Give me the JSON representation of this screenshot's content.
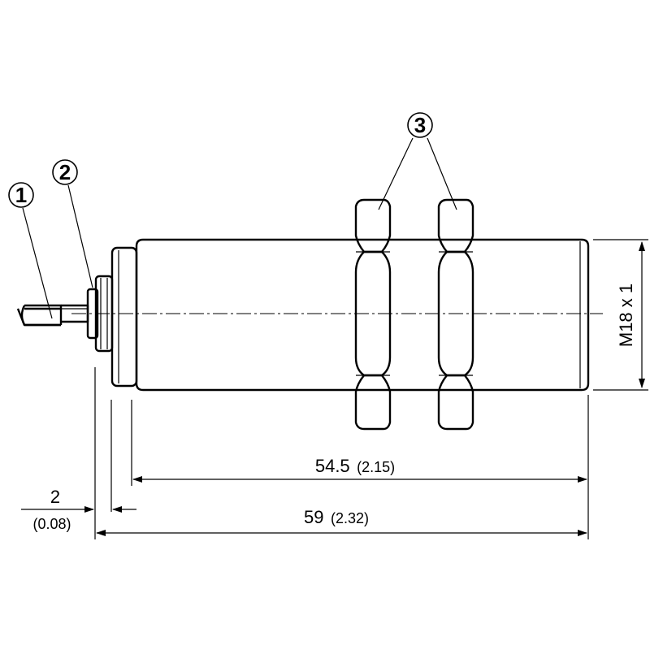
{
  "callouts": [
    {
      "id": "1",
      "label": "1"
    },
    {
      "id": "2",
      "label": "2"
    },
    {
      "id": "3",
      "label": "3"
    }
  ],
  "dimensions": {
    "thread": "M18 x 1",
    "length_body": {
      "value": "54.5",
      "inch": "(2.15)"
    },
    "length_total": {
      "value": "59",
      "inch": "(2.32)"
    },
    "flange": {
      "value": "2",
      "inch": "(0.08)"
    }
  },
  "colors": {
    "line": "#000000",
    "background": "#ffffff"
  }
}
